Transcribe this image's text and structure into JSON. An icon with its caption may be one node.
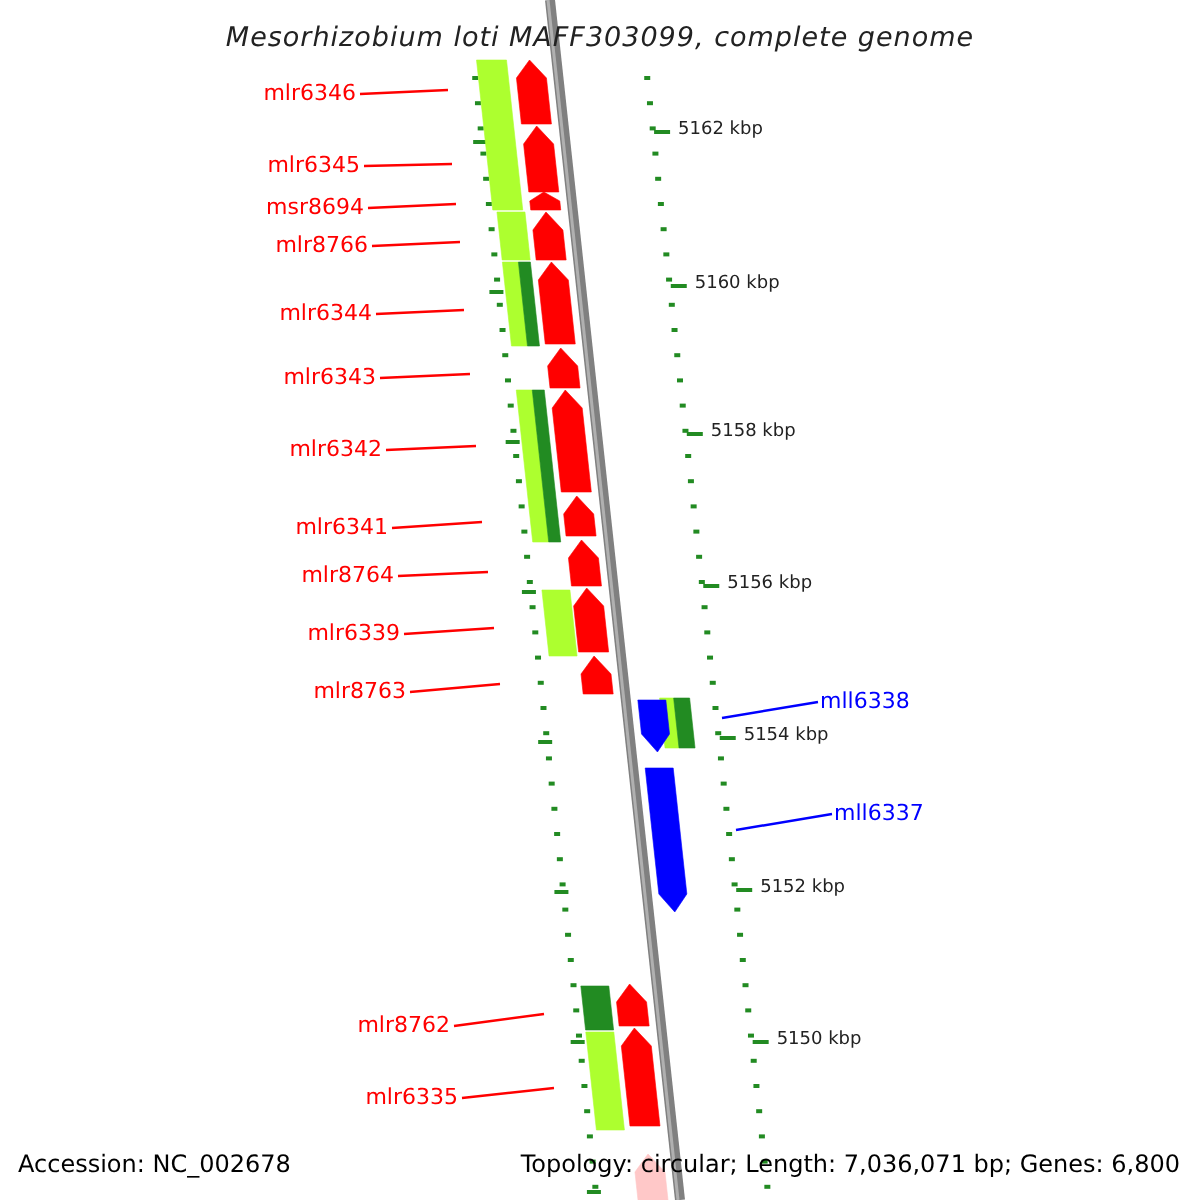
{
  "diagram": {
    "title": "Mesorhizobium loti MAFF303099, complete genome",
    "nodes": [
      {
        "text": [
          "mlr6346"
        ]
      },
      {
        "text": [
          "mlr6345"
        ]
      },
      {
        "text": [
          "msr8694"
        ]
      },
      {
        "text": [
          "mlr8766"
        ]
      },
      {
        "text": [
          "mlr6344"
        ]
      },
      {
        "text": [
          "mlr6343"
        ]
      },
      {
        "text": [
          "mlr6342"
        ]
      },
      {
        "text": [
          "mlr6341"
        ]
      },
      {
        "text": [
          "mlr8764"
        ]
      },
      {
        "text": [
          "mlr6339"
        ]
      },
      {
        "text": [
          "mlr8763"
        ]
      },
      {
        "text": [
          "mll6338"
        ]
      },
      {
        "text": [
          "mll6337"
        ]
      },
      {
        "text": [
          "mlr8762"
        ]
      },
      {
        "text": [
          "mlr6335"
        ]
      }
    ],
    "edges": [
      {
        "from": 0,
        "to": null,
        "arrow": "none"
      },
      {
        "from": 1,
        "to": null,
        "arrow": "none"
      },
      {
        "from": 2,
        "to": null,
        "arrow": "none"
      },
      {
        "from": 3,
        "to": null,
        "arrow": "none"
      },
      {
        "from": 4,
        "to": null,
        "arrow": "none"
      },
      {
        "from": 5,
        "to": null,
        "arrow": "none"
      },
      {
        "from": 6,
        "to": null,
        "arrow": "none"
      },
      {
        "from": 7,
        "to": null,
        "arrow": "none"
      },
      {
        "from": 8,
        "to": null,
        "arrow": "none"
      },
      {
        "from": 9,
        "to": null,
        "arrow": "none"
      },
      {
        "from": 10,
        "to": null,
        "arrow": "none"
      },
      {
        "from": 11,
        "to": null,
        "arrow": "none",
        "color": "#0000ff"
      },
      {
        "from": 12,
        "to": null,
        "arrow": "none",
        "color": "#0000ff"
      },
      {
        "from": 13,
        "to": null,
        "arrow": "none"
      },
      {
        "from": 14,
        "to": null,
        "arrow": "none"
      }
    ],
    "labels": [
      "5162 kbp",
      "5160 kbp",
      "5158 kbp",
      "5156 kbp",
      "5154 kbp",
      "5152 kbp",
      "5150 kbp",
      "Accession: NC_002678",
      "Topology: circular; Length: 7,036,071 bp; Genes: 6,800"
    ]
  }
}
